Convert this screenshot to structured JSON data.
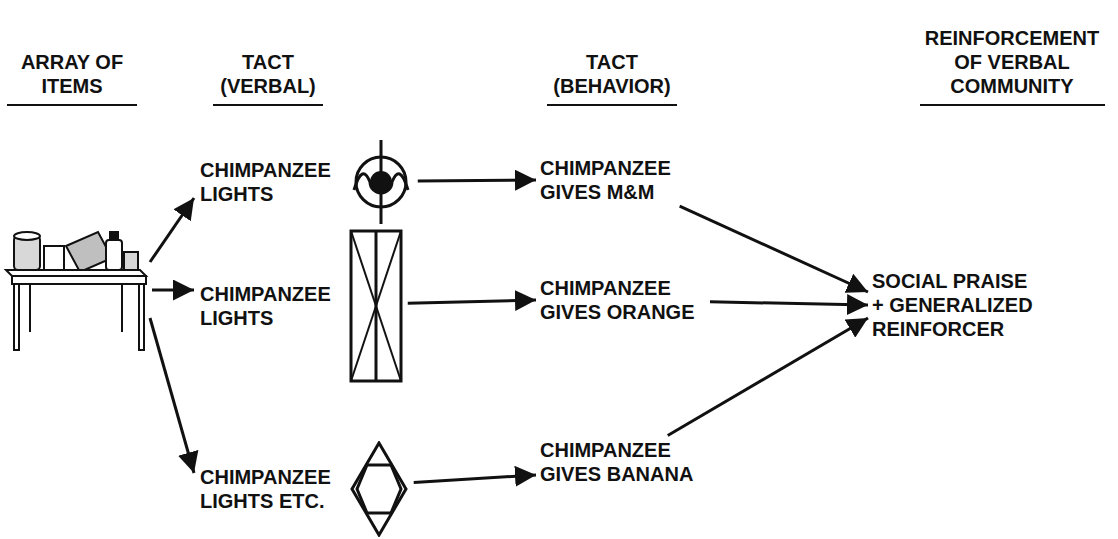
{
  "diagram": {
    "nodes": [
      {
        "text": [
          "CHIMPANZEE LIGHTS"
        ]
      },
      {
        "text": [
          "CHIMPANZEE LIGHTS"
        ]
      },
      {
        "text": [
          "CHIMPANZEE LIGHTS ETC."
        ]
      },
      {
        "text": [
          "CHIMPANZEE GIVES M&M"
        ]
      },
      {
        "text": [
          "CHIMPANZEE GIVES ORANGE"
        ]
      },
      {
        "text": [
          "CHIMPANZEE GIVES BANANA"
        ]
      },
      {
        "text": [
          "SOCIAL PRAISE + GENERALIZED REINFORCER"
        ]
      }
    ],
    "edges": [
      {
        "from": 0,
        "to": 3,
        "arrow": "to"
      },
      {
        "from": 1,
        "to": 4,
        "arrow": "to"
      },
      {
        "from": 2,
        "to": 5,
        "arrow": "to"
      },
      {
        "from": 3,
        "to": 6,
        "arrow": "to"
      },
      {
        "from": 4,
        "to": 6,
        "arrow": "to"
      },
      {
        "from": 5,
        "to": 6,
        "arrow": "to"
      }
    ],
    "labels": [
      "ARRAY OF ITEMS",
      "TACT (VERBAL)",
      "TACT (BEHAVIOR)",
      "REINFORCEMENT OF VERBAL COMMUNITY"
    ]
  }
}
